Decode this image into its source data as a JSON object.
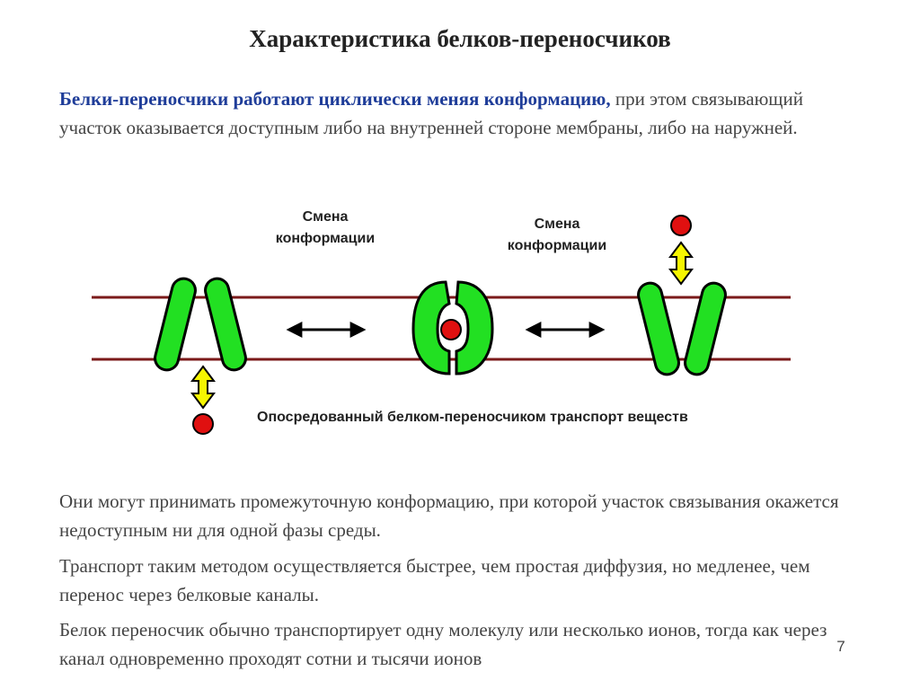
{
  "title": "Характеристика белков-переносчиков",
  "intro": {
    "highlight": "Белки-переносчики работают циклически меняя конформацию,",
    "rest": " при этом связывающий участок оказывается доступным либо на внутренней стороне мембраны, либо на наружней."
  },
  "diagram": {
    "label_left": "Смена конформации",
    "label_right": "Смена конформации",
    "caption": "Опосредованный белком-переносчиком транспорт веществ",
    "colors": {
      "membrane": "#7b1a1a",
      "protein": "#22e022",
      "molecule": "#e01010",
      "transfer_arrow": "#f5f500",
      "outline": "#000000"
    }
  },
  "paragraphs": [
    "Они могут принимать промежуточную конформацию, при которой участок связывания окажется недоступным ни для одной фазы среды.",
    "Транспорт таким методом осуществляется быстрее, чем простая диффузия, но медленее, чем перенос через белковые каналы.",
    "Белок переносчик обычно транспортирует одну молекулу или несколько ионов, тогда как через канал одновременно проходят сотни и тысячи ионов"
  ],
  "page_number": "7"
}
